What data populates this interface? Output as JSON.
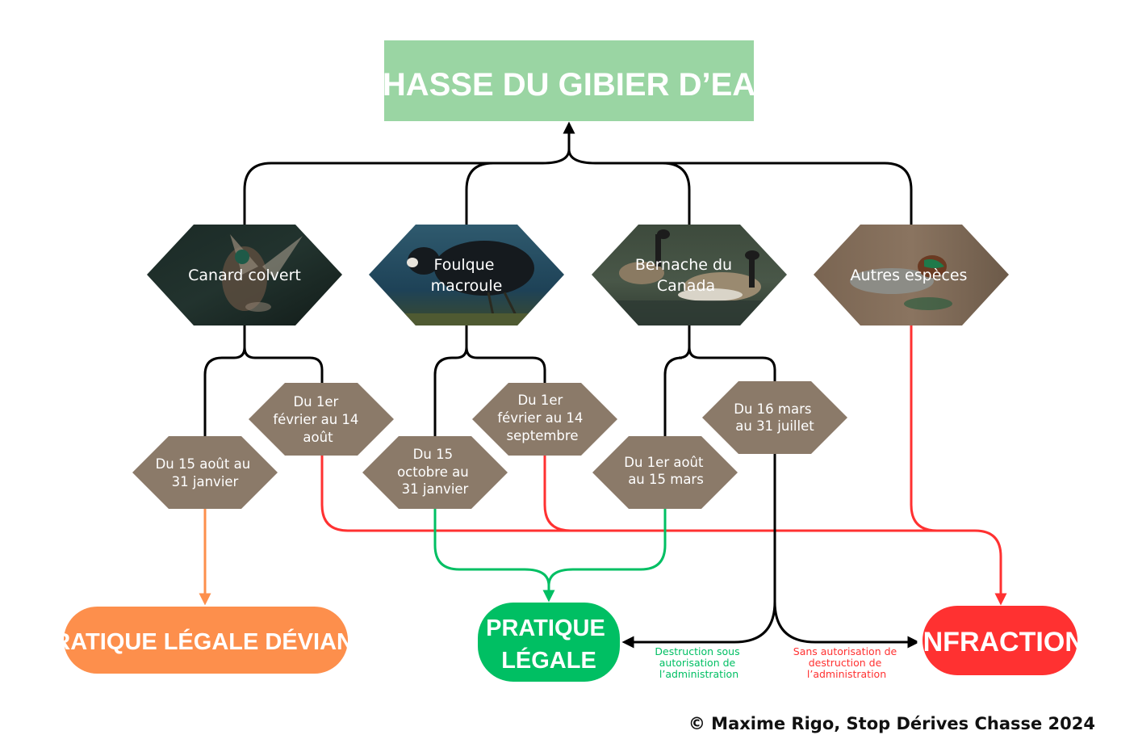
{
  "title": "CHASSE DU GIBIER D’EAU",
  "species": [
    {
      "id": "colvert",
      "lines": [
        "Canard colvert"
      ],
      "photo": "mallard"
    },
    {
      "id": "foulque",
      "lines": [
        "Foulque",
        "macroule"
      ],
      "photo": "coot"
    },
    {
      "id": "bernache",
      "lines": [
        "Bernache du",
        "Canada"
      ],
      "photo": "goose"
    },
    {
      "id": "autres",
      "lines": [
        "Autres espèces"
      ],
      "photo": "teal"
    }
  ],
  "periods": [
    {
      "id": "colvert-open",
      "lines": [
        "Du 15 août au",
        "31 janvier"
      ]
    },
    {
      "id": "colvert-closed",
      "lines": [
        "Du 1er",
        "février au 14",
        "août"
      ]
    },
    {
      "id": "foulque-open",
      "lines": [
        "Du 15",
        "octobre au",
        "31 janvier"
      ]
    },
    {
      "id": "foulque-closed",
      "lines": [
        "Du 1er",
        "février au 14",
        "septembre"
      ]
    },
    {
      "id": "bernache-open",
      "lines": [
        "Du 1er août",
        "au 15 mars"
      ]
    },
    {
      "id": "bernache-closed",
      "lines": [
        "Du 16 mars",
        "au 31 juillet"
      ]
    }
  ],
  "outcomes": {
    "deviant": {
      "lines": [
        "PRATIQUE LÉGALE DÉVIANTE"
      ],
      "color": "#fd8f4c"
    },
    "legal": {
      "lines": [
        "PRATIQUE",
        "LÉGALE"
      ],
      "color": "#00bf63"
    },
    "infraction": {
      "lines": [
        "INFRACTION"
      ],
      "color": "#ff3131"
    }
  },
  "notes": {
    "with_authorization": {
      "lines": [
        "Destruction sous",
        "autorisation de",
        "l’administration"
      ],
      "color": "#00bf63"
    },
    "without_authorization": {
      "lines": [
        "Sans autorisation de",
        "destruction de",
        "l’administration"
      ],
      "color": "#ff3131"
    }
  },
  "colors": {
    "title_bg": "#9ad5a3",
    "period_bg": "#8b7a69",
    "connector": "#000000",
    "red": "#ff3131",
    "green": "#00bf63",
    "orange": "#fd8f4c"
  },
  "credit": "© Maxime Rigo, Stop Dérives Chasse 2024"
}
